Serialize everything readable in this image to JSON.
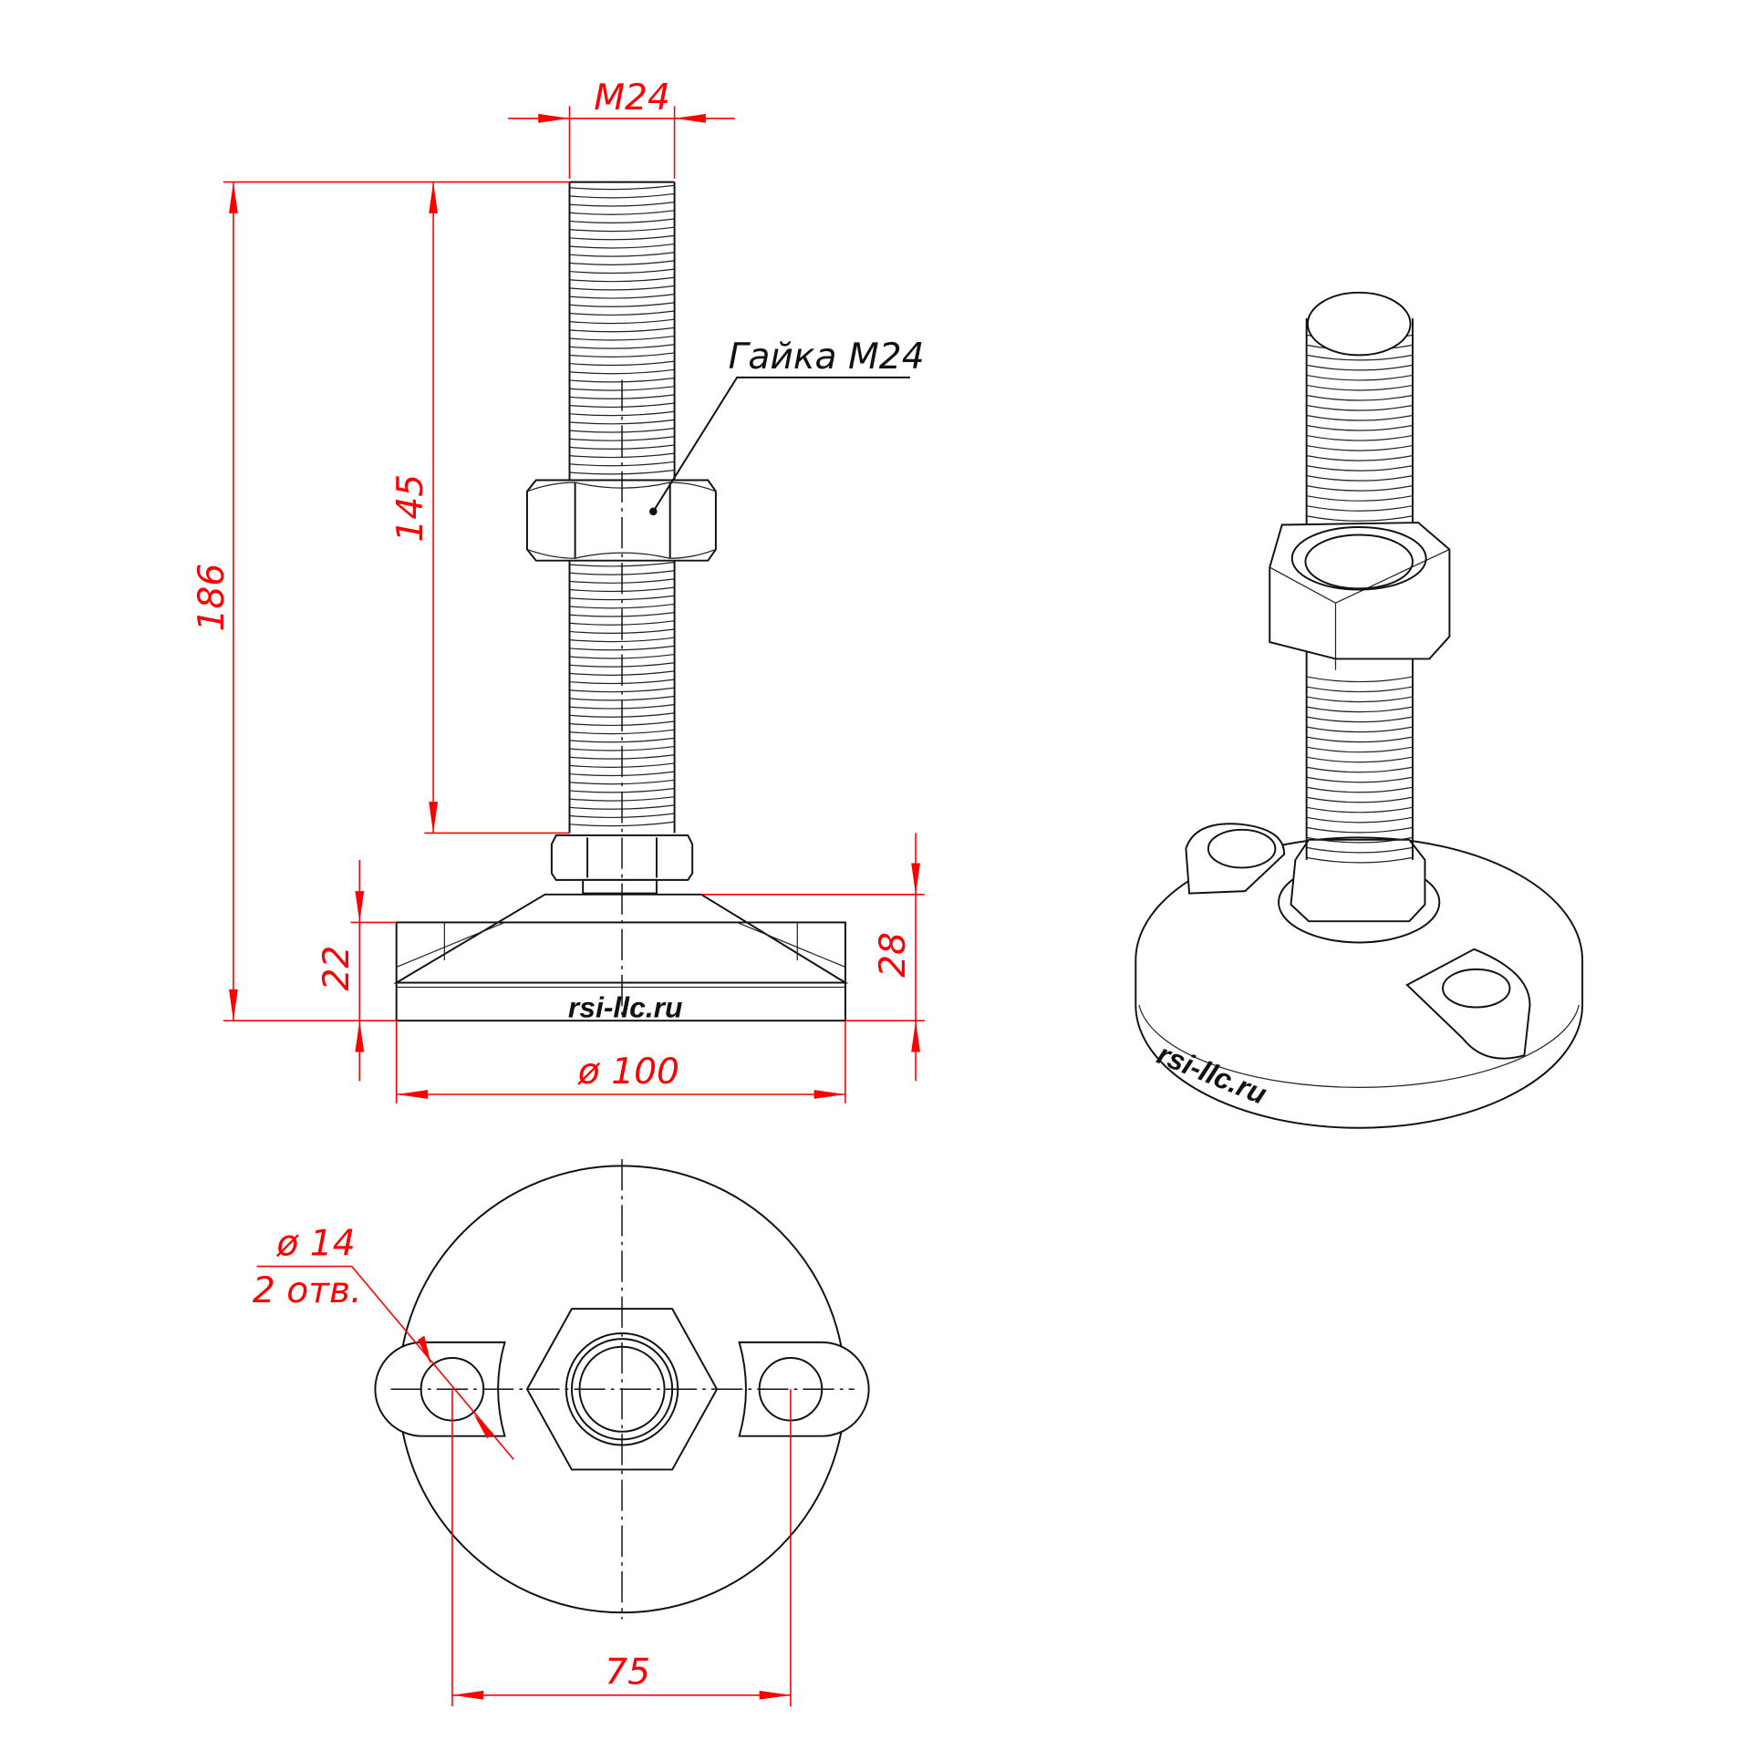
{
  "drawing": {
    "dimensions": {
      "thread": "M24",
      "total_height": "186",
      "thread_length": "145",
      "base_height": "22",
      "base_full_height": "28",
      "base_diameter": "ø 100",
      "hole_spacing": "75",
      "hole_diameter": "ø 14",
      "hole_count": "2 отв."
    },
    "callouts": {
      "nut": "Гайка М24"
    },
    "logo": "rsi-llc.ru",
    "colors": {
      "dimension": "#ff0000",
      "line": "#111111"
    }
  }
}
